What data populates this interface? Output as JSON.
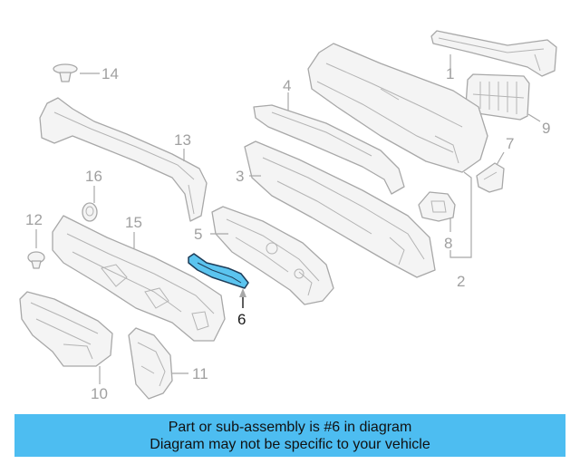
{
  "highlight_color": "#4dbdf1",
  "callouts": {
    "c1": "1",
    "c2": "2",
    "c3": "3",
    "c4": "4",
    "c5": "5",
    "c6": "6",
    "c7": "7",
    "c8": "8",
    "c9": "9",
    "c10": "10",
    "c11": "11",
    "c12": "12",
    "c13": "13",
    "c14": "14",
    "c15": "15",
    "c16": "16"
  },
  "highlighted_part": "6",
  "banner": {
    "line1": "Part or sub-assembly is #6 in diagram",
    "line2": "Diagram may not be specific to your vehicle"
  }
}
